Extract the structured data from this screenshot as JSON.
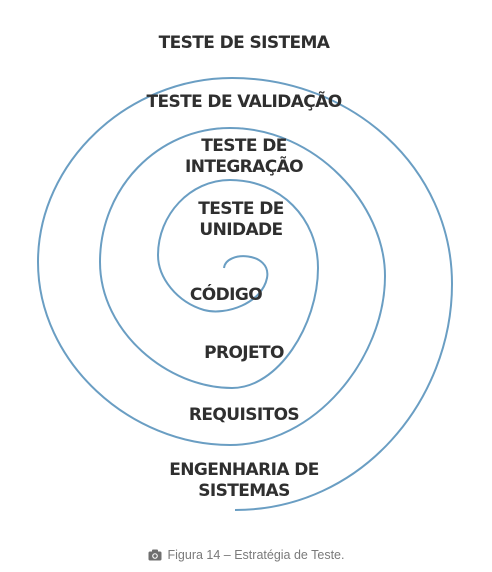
{
  "diagram": {
    "spiral_color": "#6a9ec3",
    "labels": {
      "sistema": "TESTE DE SISTEMA",
      "validacao": "TESTE DE VALIDAÇÃO",
      "integracao_1": "TESTE DE",
      "integracao_2": "INTEGRAÇÃO",
      "unidade_1": "TESTE DE",
      "unidade_2": "UNIDADE",
      "codigo": "CÓDIGO",
      "projeto": "PROJETO",
      "requisitos": "REQUISITOS",
      "engenharia_1": "ENGENHARIA DE",
      "engenharia_2": "SISTEMAS"
    }
  },
  "caption": {
    "icon": "camera-icon",
    "text": "Figura 14 – Estratégia de Teste."
  }
}
